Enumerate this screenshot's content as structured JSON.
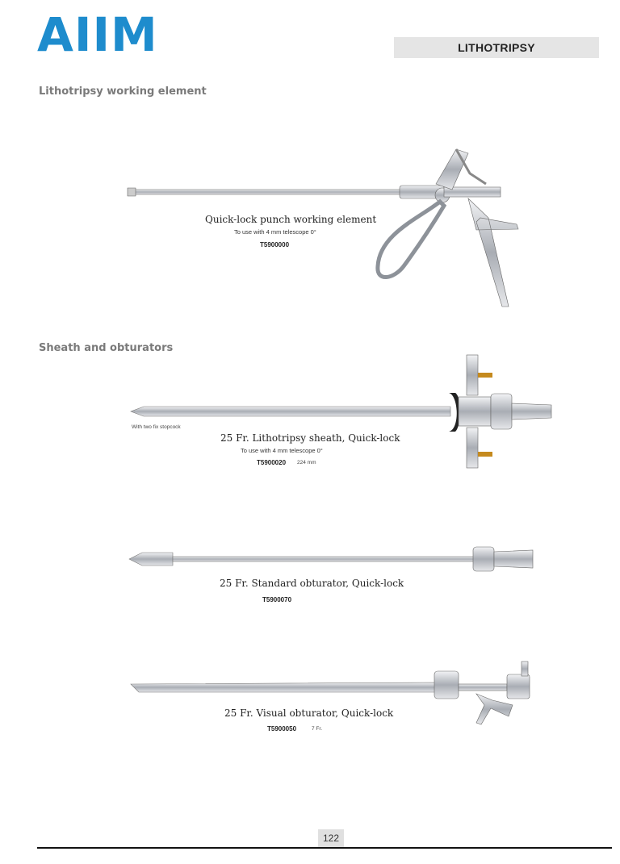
{
  "brand": {
    "logo_text": "AIIM"
  },
  "header": {
    "section_title": "LITHOTRIPSY"
  },
  "sections": [
    {
      "heading": "Lithotripsy working element"
    },
    {
      "heading": "Sheath and obturators"
    }
  ],
  "products": [
    {
      "name": "Quick-lock punch working element",
      "subtitle": "To use with 4 mm telescope 0°",
      "code": "T5900000",
      "icon": "punch-working-element-icon"
    },
    {
      "name": "25 Fr. Lithotripsy sheath, Quick-lock",
      "subtitle": "To use with 4 mm telescope 0°",
      "code": "T5900020",
      "size": "224 mm",
      "note": "With two fix stopcock",
      "icon": "lithotripsy-sheath-icon"
    },
    {
      "name": "25 Fr. Standard obturator, Quick-lock",
      "code": "T5900070",
      "icon": "standard-obturator-icon"
    },
    {
      "name": "25 Fr. Visual obturator, Quick-lock",
      "code": "T5900050",
      "size": "7 Fr.",
      "icon": "visual-obturator-icon"
    }
  ],
  "footer": {
    "page_number": "122"
  },
  "colors": {
    "brand_blue": "#1e8ccd",
    "heading_gray": "#7a7a7a",
    "steel": "#b8bcc2"
  }
}
